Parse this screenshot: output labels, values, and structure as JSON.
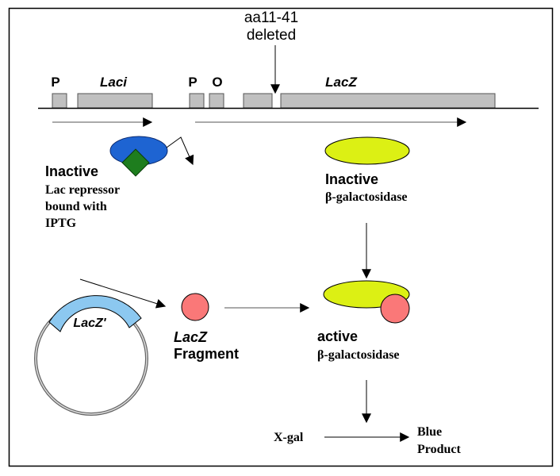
{
  "deletion_note": {
    "line1": "aa11-41",
    "line2": "deleted"
  },
  "gene_map": {
    "labels": {
      "promoter1": "P",
      "laci": "Laci",
      "promoter2": "P",
      "operator": "O",
      "lacz": "LacZ"
    }
  },
  "repressor": {
    "state": "Inactive",
    "line1": "Lac repressor",
    "line2": "bound with",
    "line3": "IPTG"
  },
  "inactive_enzyme": {
    "state": "Inactive",
    "name": "β-galactosidase"
  },
  "plasmid": {
    "insert_label": "LacZ'"
  },
  "fragment": {
    "line1": "LacZ",
    "line2": "Fragment"
  },
  "active_enzyme": {
    "state": "active",
    "name": "β-galactosidase"
  },
  "reaction": {
    "substrate": "X-gal",
    "product_line1": "Blue",
    "product_line2": "Product"
  },
  "colors": {
    "gene_box": "#c0c0c0",
    "repressor": "#1e64d2",
    "iptg": "#1e7d1e",
    "enzyme": "#dcf014",
    "fragment": "#fa7878",
    "plasmid_insert": "#8cc8f0"
  }
}
